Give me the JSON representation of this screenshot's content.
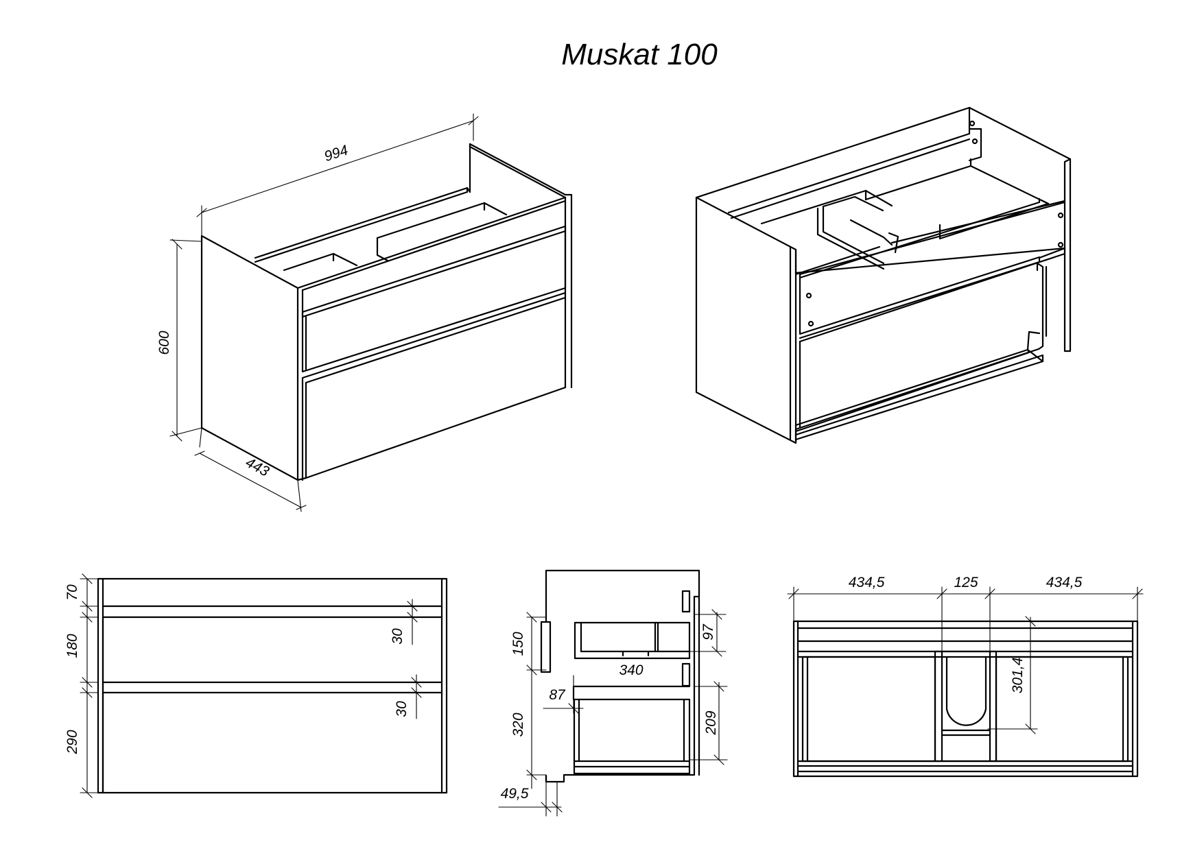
{
  "title": "Muskat 100",
  "isometric_view": {
    "width": "994",
    "height": "600",
    "depth": "443"
  },
  "front_view": {
    "top": "70",
    "upper_drawer": "180",
    "lower_drawer": "290",
    "upper_gap": "30",
    "lower_gap": "30"
  },
  "side_section": {
    "drawer_height": "150",
    "tray_depth": "97",
    "tray_width": "340",
    "inner_offset": "87",
    "lower_section": "320",
    "lower_drawer_depth": "209",
    "plinth": "49,5"
  },
  "top_view": {
    "left_width": "434,5",
    "center_width": "125",
    "right_width": "434,5",
    "cutout_depth": "301,4"
  }
}
